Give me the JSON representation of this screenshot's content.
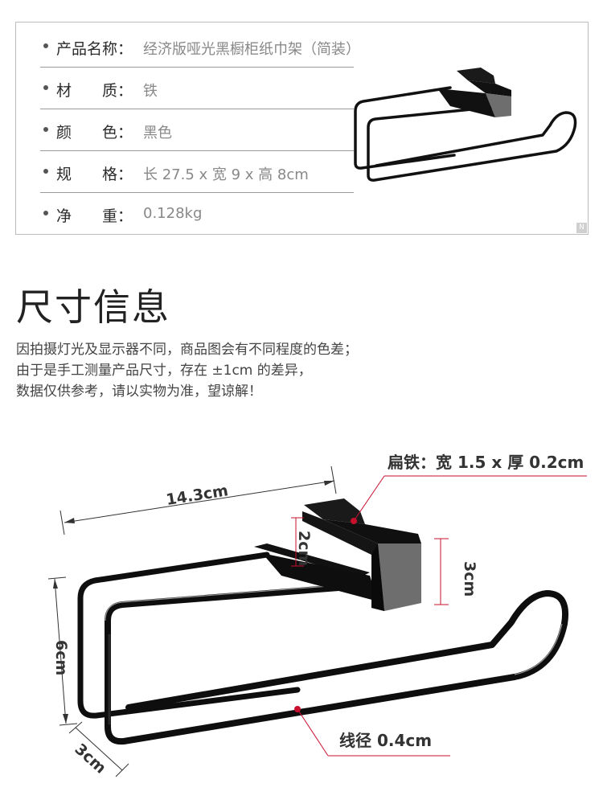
{
  "specs": [
    {
      "label": "产品名称：",
      "value": "经济版哑光黑橱柜纸巾架（简装）"
    },
    {
      "label": "材　　质：",
      "value": "铁"
    },
    {
      "label": "颜　　色：",
      "value": "黑色"
    },
    {
      "label": "规　　格：",
      "value": "长 27.5 x 宽 9 x 高 8cm"
    },
    {
      "label": "净　　重：",
      "value": "0.128kg"
    }
  ],
  "badge": "N",
  "section": {
    "title": "尺寸信息",
    "notes": [
      "因拍摄灯光及显示器不同，商品图会有不同程度的色差；",
      "由于是手工测量产品尺寸，存在 ±1cm 的差异，",
      "数据仅供参考，请以实物为准，望谅解！"
    ]
  },
  "dimensions": {
    "length": "14.3cm",
    "clip_height": "2cm",
    "bracket_height": "3cm",
    "height": "6cm",
    "depth": "3cm",
    "flat_iron": "扁铁：宽 1.5 x 厚 0.2cm",
    "wire": "线径 0.4cm"
  },
  "colors": {
    "accent": "#c8102e",
    "product": "#111111",
    "bracket_face": "#6e6e6e"
  }
}
